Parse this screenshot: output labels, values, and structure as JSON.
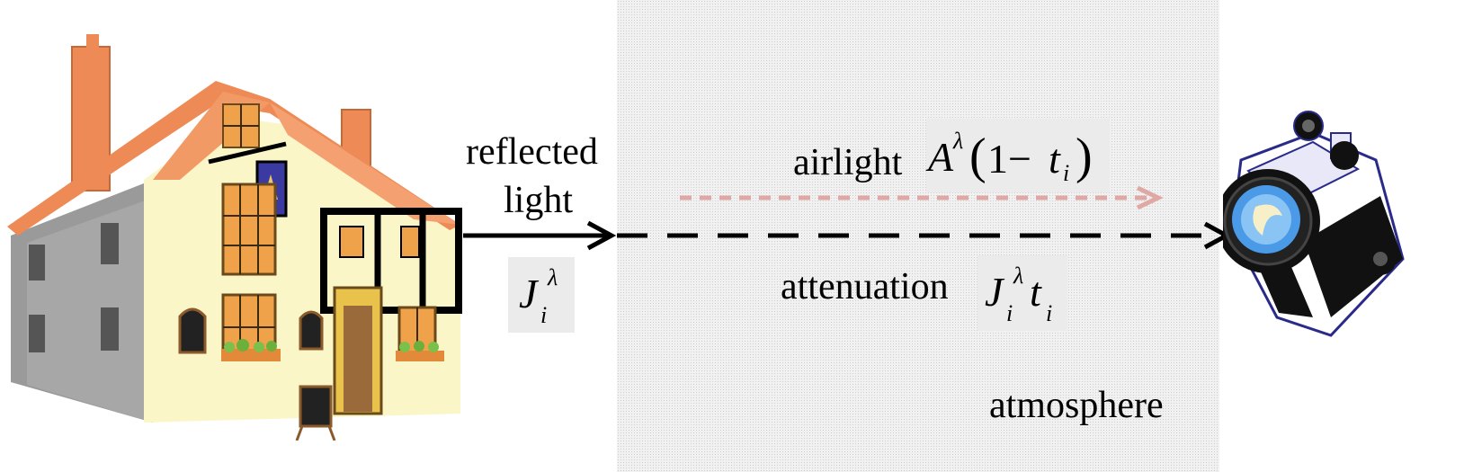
{
  "labels": {
    "reflected_line1": "reflected",
    "reflected_line2": "light",
    "airlight": "airlight",
    "attenuation": "attenuation",
    "atmosphere": "atmosphere"
  },
  "math": {
    "reflected": {
      "main": "J",
      "sup": "λ",
      "sub": "i"
    },
    "airlight": {
      "main": "A",
      "sup": "λ",
      "paren_open": "(",
      "one_minus": "1−",
      "t": "t",
      "sub": "i",
      "paren_close": ")"
    },
    "attenuation": {
      "main": "J",
      "sup": "λ",
      "sub": "i",
      "t": "t",
      "t_sub": "i"
    }
  },
  "colors": {
    "airlight_arrow": "#e0a8a4",
    "main_arrow": "#000000",
    "roof": "#ee8a55",
    "wall": "#fbf6c8",
    "side_wall": "#9a9a9a"
  },
  "icons": [
    "house-icon",
    "camera-icon"
  ]
}
